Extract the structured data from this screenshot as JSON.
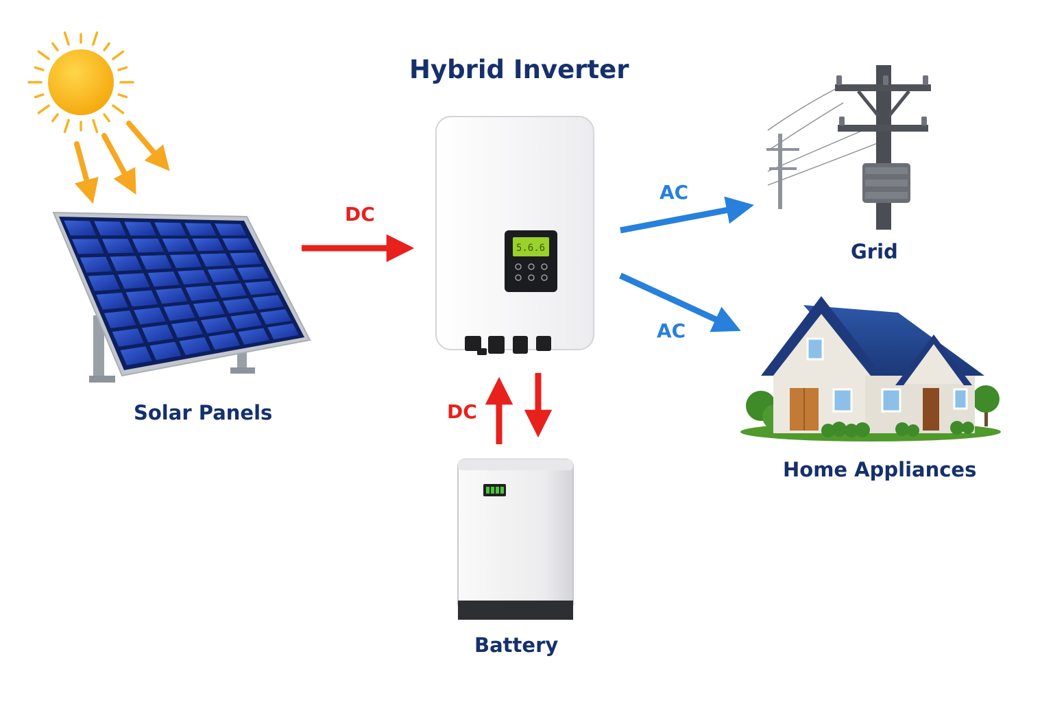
{
  "title": "Hybrid Inverter",
  "nodes": {
    "solar": "Solar Panels",
    "grid": "Grid",
    "home": "Home Appliances",
    "battery": "Battery"
  },
  "flows": {
    "solar_to_inverter": "DC",
    "inverter_battery": "DC",
    "inverter_to_grid": "AC",
    "inverter_to_home": "AC"
  },
  "colors": {
    "label_navy": "#15306b",
    "dc_red": "#e8211c",
    "ac_blue": "#2680dc",
    "sun_yellow": "#fbb51b",
    "panel_blue": "#1d3fb0",
    "roof_blue": "#203f86"
  }
}
